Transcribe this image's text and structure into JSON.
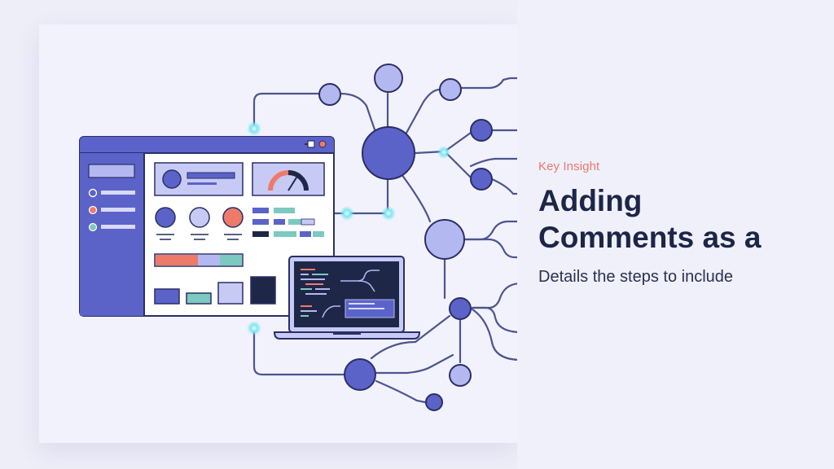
{
  "slide": {
    "eyebrow": "Key Insight",
    "title_line_1": "Adding",
    "title_line_2": "Comments as a",
    "subtitle": "Details the steps to include"
  },
  "colors": {
    "accent": "#ea7a6a",
    "title": "#1c2648",
    "primary_purple": "#5b63c9",
    "light_purple": "#b4b8f0",
    "navy": "#1f2748",
    "coral": "#ee7a6a",
    "teal": "#7cc9c0",
    "glow": "#7ee7f2"
  },
  "illustration": {
    "icons": [
      "dashboard-window-icon",
      "laptop-code-icon",
      "network-node-icon",
      "gauge-icon"
    ]
  }
}
